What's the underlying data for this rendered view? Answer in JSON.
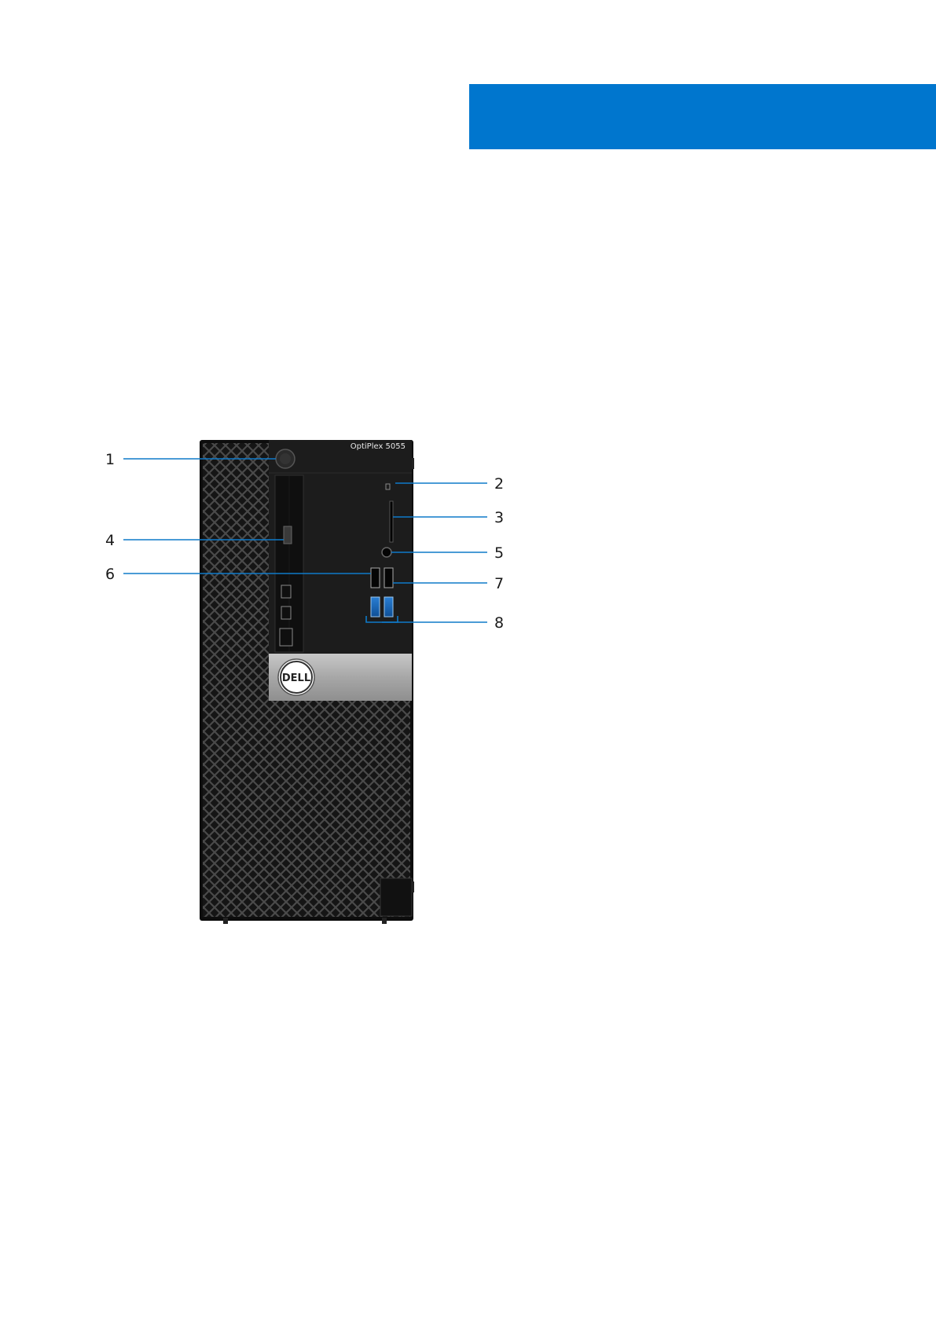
{
  "header": {
    "accent_color": "#0076ce"
  },
  "figure": {
    "model_label": "OptiPlex 5055",
    "logo_text": "DELL",
    "callouts": [
      "1",
      "2",
      "3",
      "4",
      "5",
      "6",
      "7",
      "8"
    ]
  }
}
